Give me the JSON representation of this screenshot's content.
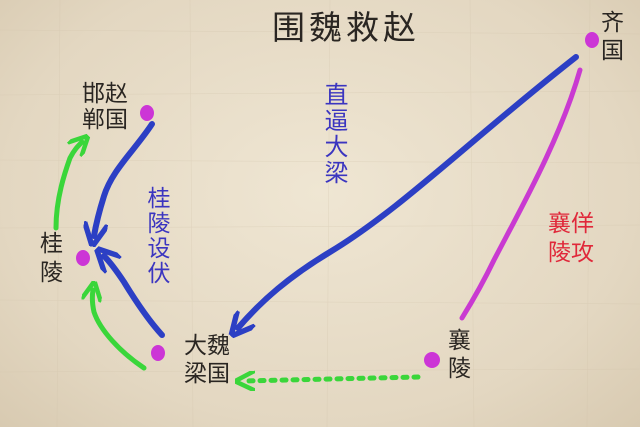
{
  "title": "围魏救赵",
  "colors": {
    "background": "#e6dbc7",
    "text": "#2a2622",
    "blue_route": "#2c3fc4",
    "blue_text": "#3b35c0",
    "magenta_route": "#c93ad1",
    "red_text": "#e0283a",
    "green_route": "#3ad63a",
    "city_dot": "#cc35d6"
  },
  "places": {
    "handan_line1": "邯赵",
    "handan_line2": "郸国",
    "guiling_line1": "桂",
    "guiling_line2": "陵",
    "daliang_line1": "大魏",
    "daliang_line2": "梁国",
    "xiangling_line1": "襄",
    "xiangling_line2": "陵",
    "qi_line1": "齐",
    "qi_line2": "国"
  },
  "annotations": {
    "direct_attack": "直逼大梁",
    "ambush": "桂陵设伏",
    "feint": "襄佯陵攻"
  }
}
